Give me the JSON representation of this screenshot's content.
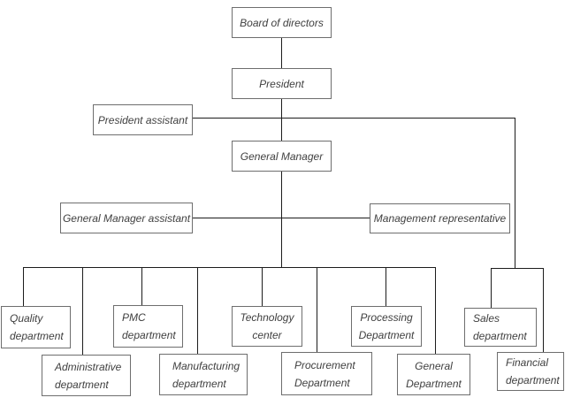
{
  "colors": {
    "background": "#ffffff",
    "box_border": "#6e6e6e",
    "connector_line": "#1c1c1c",
    "text": "#3f3f3f"
  },
  "org_chart": {
    "board": {
      "label": "Board of directors"
    },
    "president": {
      "label": "President"
    },
    "president_assistant": {
      "label": "President assistant"
    },
    "general_manager": {
      "label": "General Manager"
    },
    "general_manager_assistant": {
      "label": "General Manager assistant"
    },
    "management_representative": {
      "label": "Management representative"
    },
    "quality": {
      "line1": "Quality",
      "line2": "department"
    },
    "administrative": {
      "line1": "Administrative",
      "line2": "department"
    },
    "pmc": {
      "line1": "PMC",
      "line2": "department"
    },
    "manufacturing": {
      "line1": "Manufacturing",
      "line2": "department"
    },
    "technology": {
      "line1": "Technology",
      "line2": "center"
    },
    "procurement": {
      "line1": "Procurement",
      "line2": "Department"
    },
    "processing": {
      "line1": "Processing",
      "line2": "Department"
    },
    "general_department": {
      "line1": "General",
      "line2": "Department"
    },
    "sales": {
      "line1": "Sales",
      "line2": "department"
    },
    "financial": {
      "line1": "Financial",
      "line2": "department"
    }
  }
}
